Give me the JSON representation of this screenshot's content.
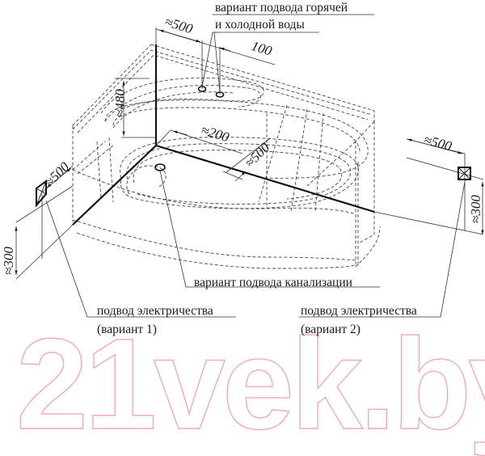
{
  "drawing": {
    "subject": "corner bathtub installation diagram",
    "watermark": "21vek.by",
    "colors": {
      "line": "#1a1a1a",
      "hidden_line": "#444444",
      "watermark": "#f2a6c0",
      "background": "#ffffff"
    }
  },
  "callouts": {
    "water_supply_line1": "вариант подвода горячей",
    "water_supply_line2": "и холодной воды",
    "drain": "вариант подвода канализации",
    "electric_1_line1": "подвод электричества",
    "electric_1_line2": "(вариант 1)",
    "electric_2_line1": "подвод электричества",
    "electric_2_line2": "(вариант 2)"
  },
  "dimensions": {
    "water_offset": "≈500",
    "water_spacing": "100",
    "water_height": "≈480",
    "drain_offset_x": "≈200",
    "drain_offset_y": "≈500",
    "electric_1_offset": "≈500",
    "electric_1_height": "≈300",
    "electric_2_offset": "≈500",
    "electric_2_height": "≈300"
  }
}
